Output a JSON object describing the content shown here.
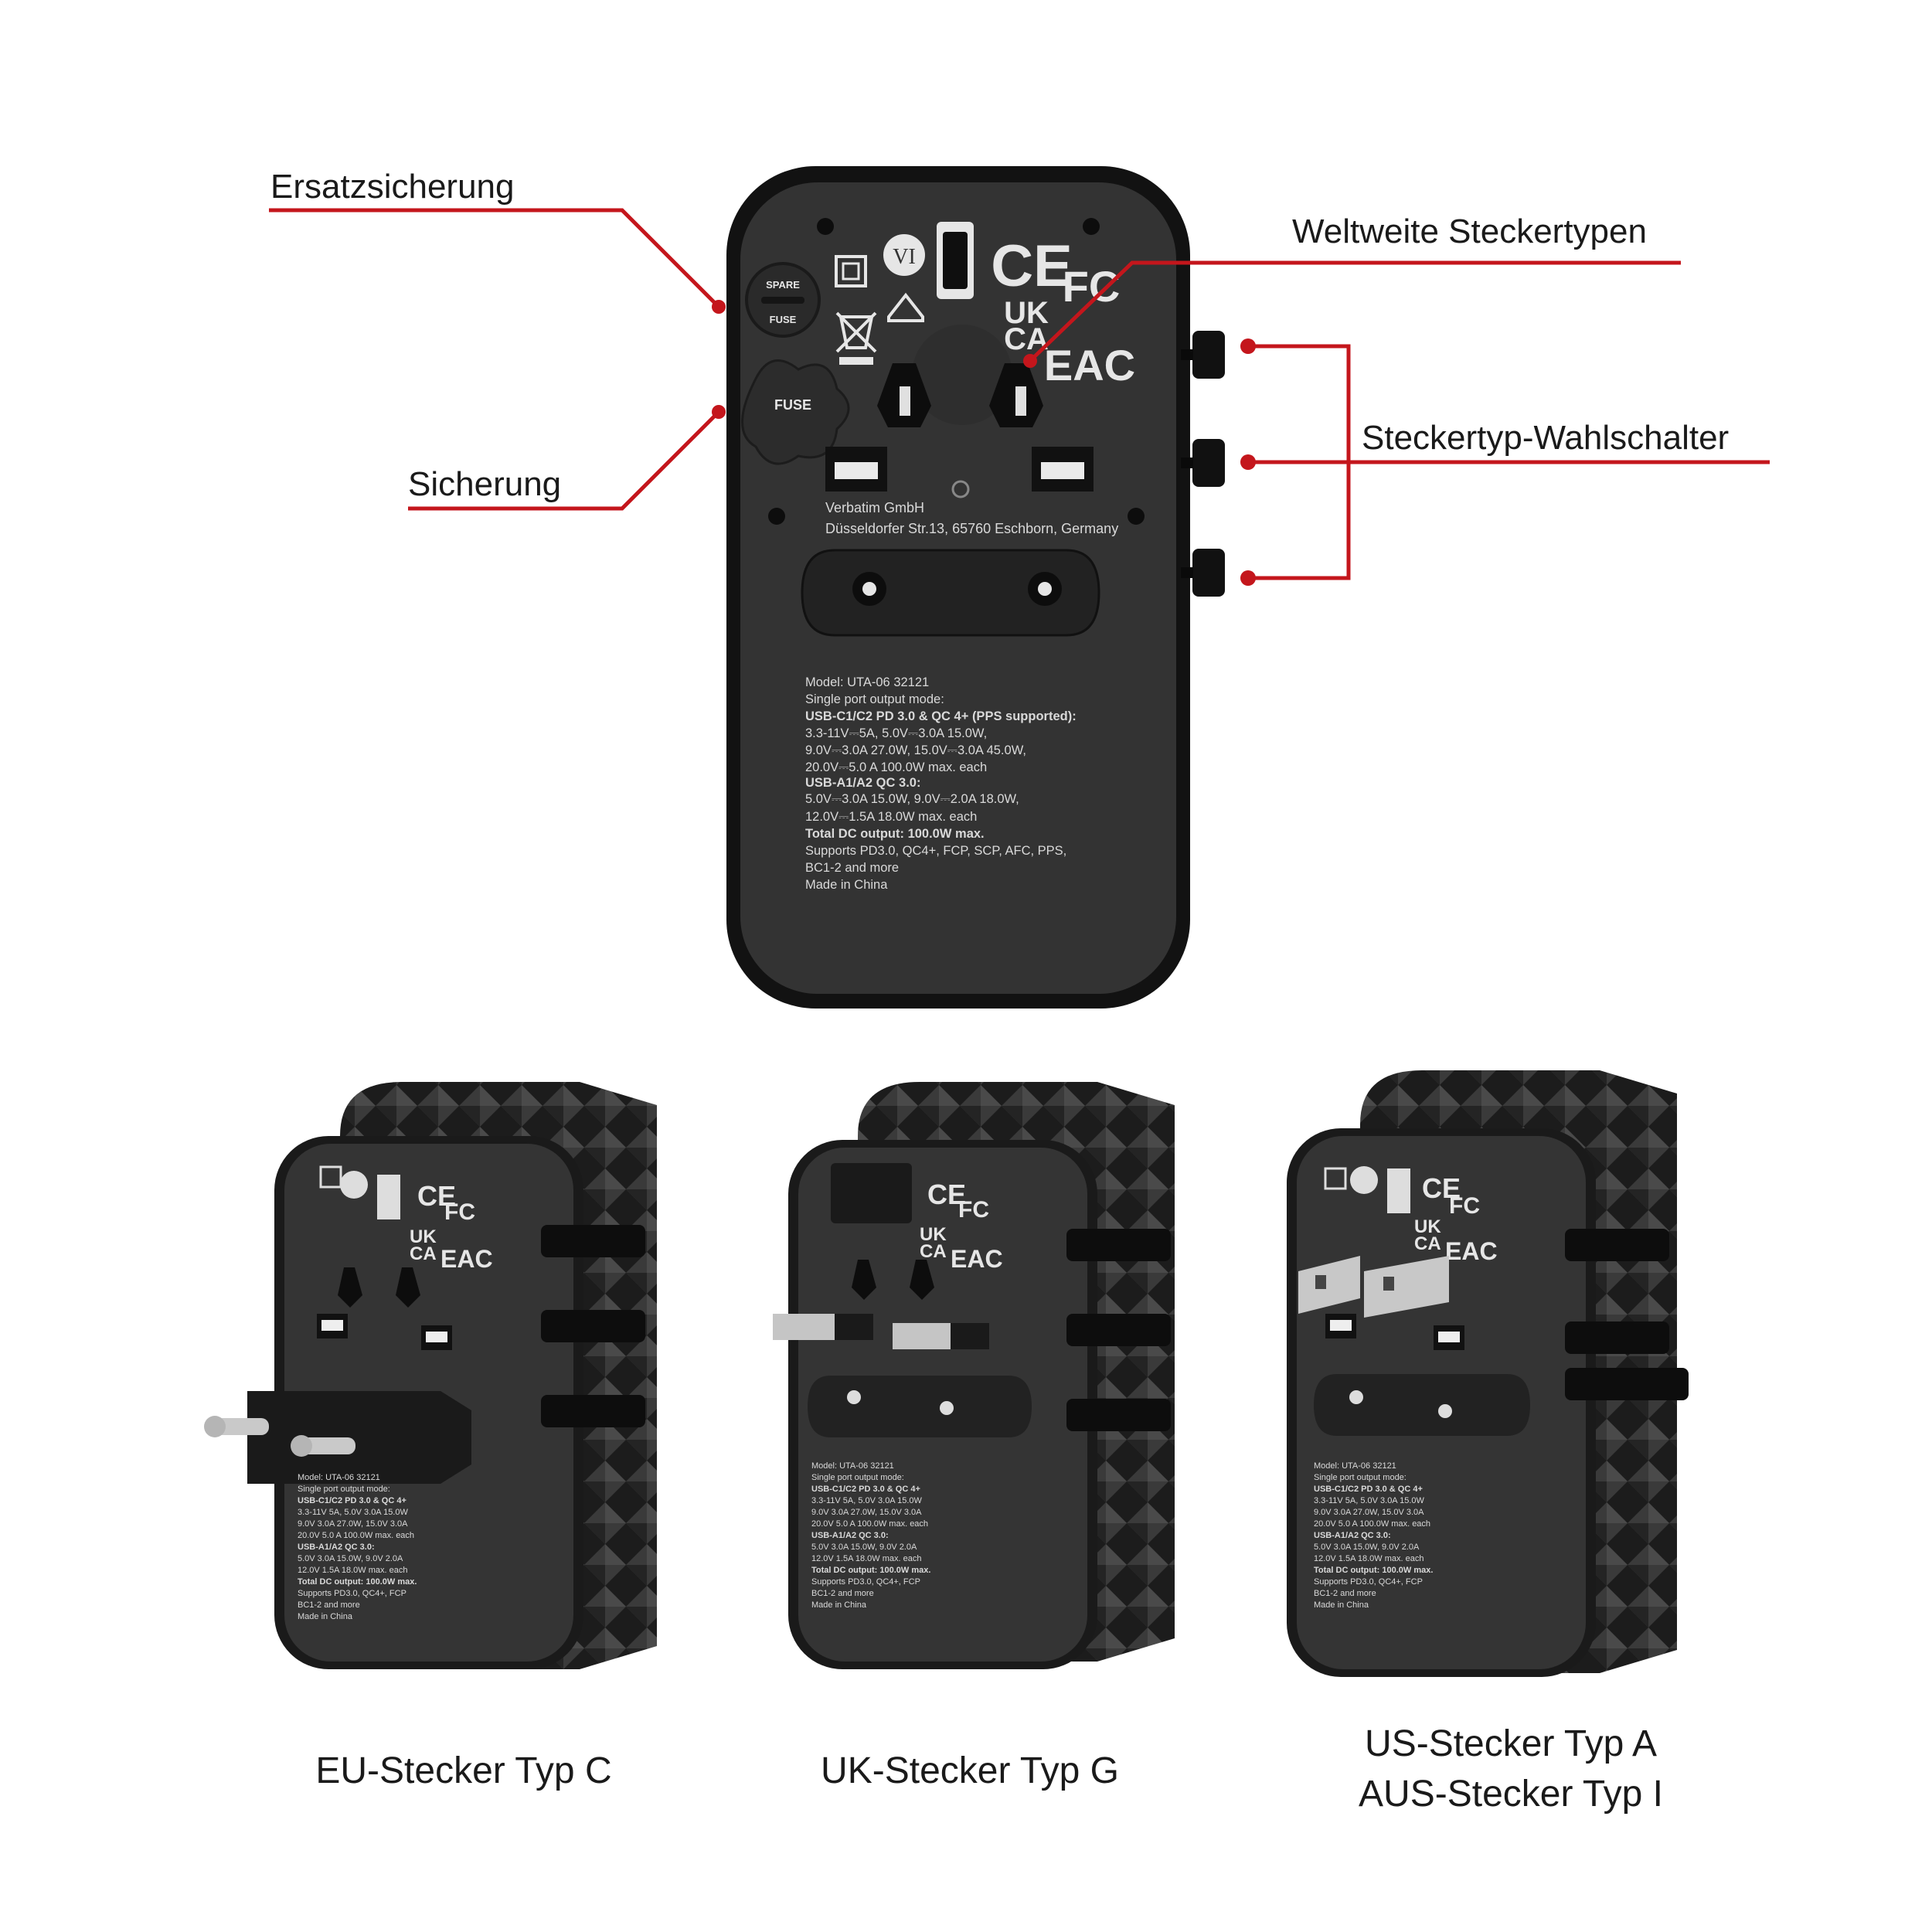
{
  "callouts": {
    "spare_fuse": "Ersatzsicherung",
    "fuse": "Sicherung",
    "plug_types": "Weltweite Steckertypen",
    "selector": "Steckertyp-Wahlschalter"
  },
  "device": {
    "marks": {
      "vi": "VI",
      "ce": "CE",
      "fcc": "FC",
      "ukca_top": "UK",
      "ukca_bottom": "CA",
      "eac": "EAC"
    },
    "spare_fuse_label": [
      "SPARE",
      "FUSE"
    ],
    "fuse_label": "FUSE",
    "manufacturer": "Verbatim GmbH",
    "address": "Düsseldorfer Str.13, 65760 Eschborn, Germany",
    "specs": [
      "Model: UTA-06 32121",
      "Single port output mode:",
      "USB-C1/C2 PD 3.0 & QC 4+ (PPS supported):",
      "3.3-11V⎓5A, 5.0V⎓3.0A 15.0W,",
      "9.0V⎓3.0A 27.0W, 15.0V⎓3.0A 45.0W,",
      "20.0V⎓5.0 A 100.0W max. each",
      "USB-A1/A2 QC 3.0:",
      "5.0V⎓3.0A 15.0W, 9.0V⎓2.0A 18.0W,",
      "12.0V⎓1.5A 18.0W max. each",
      "Total DC output: 100.0W max.",
      "Supports PD3.0, QC4+, FCP, SCP, AFC, PPS,",
      "BC1-2 and more",
      "Made in China"
    ]
  },
  "captions": {
    "eu": "EU-Stecker Typ C",
    "uk": "UK-Stecker Typ G",
    "us_aus_line1": "US-Stecker Typ A",
    "us_aus_line2": "AUS-Stecker Typ I"
  },
  "colors": {
    "accent": "#c4161c",
    "body": "#333333",
    "frame": "#151515",
    "text": "#1a1a1a"
  }
}
